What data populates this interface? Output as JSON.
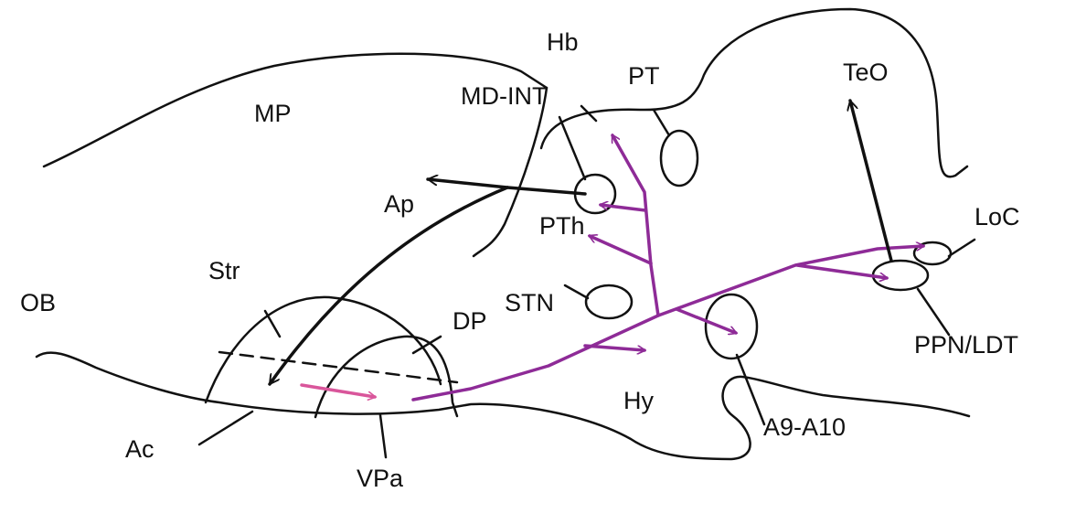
{
  "labels": {
    "mp": "MP",
    "hb": "Hb",
    "pt": "PT",
    "md_int": "MD-INT",
    "teo": "TeO",
    "ap": "Ap",
    "pth": "PTh",
    "loc": "LoC",
    "str": "Str",
    "ob": "OB",
    "stn": "STN",
    "dp": "DP",
    "ppn_ldt": "PPN/LDT",
    "hy": "Hy",
    "a9_a10": "A9-A10",
    "ac": "Ac",
    "vpa": "VPa"
  },
  "colors": {
    "purple": "#8e2b97",
    "pink": "#d9569b",
    "black": "#111111"
  }
}
